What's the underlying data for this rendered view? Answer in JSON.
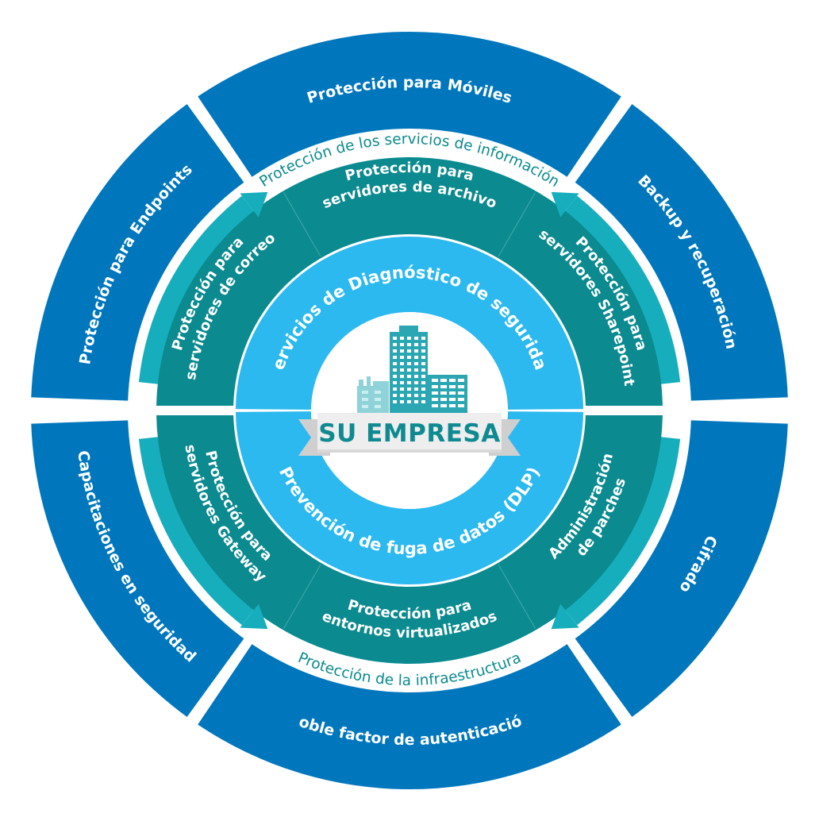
{
  "colors": {
    "outer_blue": "#0077bd",
    "ring_teal": "#0b8a8f",
    "arrow_teal": "#16aebd",
    "inner_light_blue": "#2bb9f0",
    "banner_gray": "#eeeeee",
    "banner_text": "#0f8a90",
    "building_teal": "#2aa7b2",
    "building_light": "#8fd3d8"
  },
  "outer_segments": [
    {
      "id": "top",
      "label": "Protección para Móviles"
    },
    {
      "id": "right-upper",
      "label": "Backup y recuperación"
    },
    {
      "id": "right-lower",
      "label": "Cifrado"
    },
    {
      "id": "bottom",
      "label": "Doble factor de autenticación"
    },
    {
      "id": "left-lower",
      "label": "Capacitaciones en seguridad"
    },
    {
      "id": "left-upper",
      "label": "Protección para Endpoints"
    }
  ],
  "ring_titles": {
    "top": "Protección de los servicios de información",
    "bottom": "Protección de la infraestructura"
  },
  "middle_segments": [
    {
      "id": "top",
      "lines": [
        "Protección para",
        "servidores de archivo"
      ]
    },
    {
      "id": "upper-right",
      "lines": [
        "Protección para",
        "servidores Sharepoint"
      ]
    },
    {
      "id": "upper-left",
      "lines": [
        "Protección para",
        "servidores de correo"
      ]
    },
    {
      "id": "bottom",
      "lines": [
        "Protección para",
        "entornos virtualizados"
      ]
    },
    {
      "id": "lower-right",
      "lines": [
        "Administración",
        "de parches"
      ]
    },
    {
      "id": "lower-left",
      "lines": [
        "Protección para",
        "servidores Gateway"
      ]
    }
  ],
  "inner": {
    "top_label": "Servicios de Diagnóstico de seguridad",
    "bottom_label": "Prevención de fuga de datos (DLP)"
  },
  "center": {
    "banner_text": "SU EMPRESA",
    "icon": "buildings-icon"
  }
}
